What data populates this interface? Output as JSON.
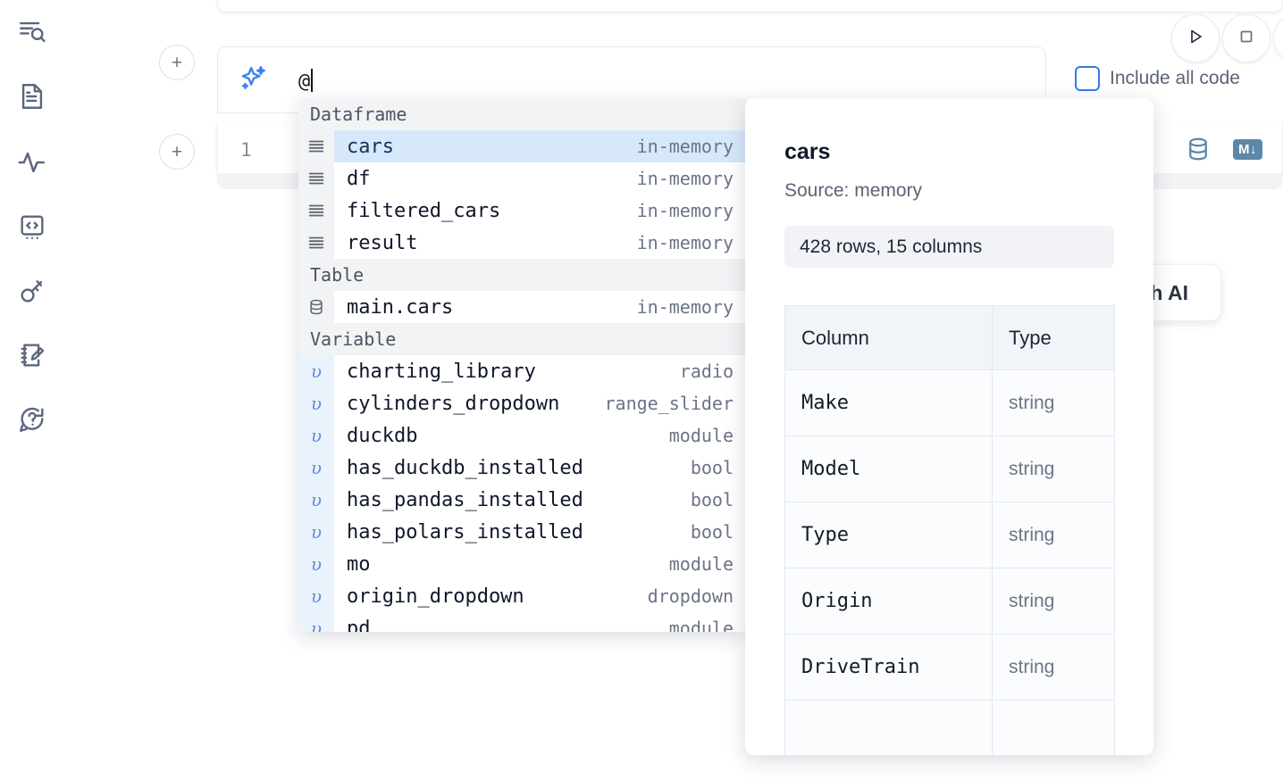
{
  "sidebar": {
    "items": [
      {
        "name": "explore-search-icon",
        "label": "Explore"
      },
      {
        "name": "notebook-file-icon",
        "label": "Notebook"
      },
      {
        "name": "activity-pulse-icon",
        "label": "Activity"
      },
      {
        "name": "code-snippets-icon",
        "label": "Snippets"
      },
      {
        "name": "secrets-key-icon",
        "label": "Secrets"
      },
      {
        "name": "scratchpad-edit-icon",
        "label": "Scratchpad"
      },
      {
        "name": "help-question-icon",
        "label": "Help"
      }
    ]
  },
  "toolbar": {
    "run_label": "Run",
    "stop_label": "Stop",
    "include_all_code_label": "Include all code",
    "include_all_code_checked": false
  },
  "ai_prompt": {
    "icon": "sparkle-icon",
    "value": "@",
    "placeholder": "Generate with AI"
  },
  "code_cell": {
    "line_number": "1",
    "actions": [
      {
        "name": "database-icon",
        "label": "SQL"
      },
      {
        "name": "markdown-icon",
        "label": "M"
      }
    ]
  },
  "ai_chip": {
    "label": "h AI"
  },
  "autocomplete": {
    "groups": [
      {
        "label": "Dataframe",
        "icon": "dataframe-icon",
        "items": [
          {
            "name": "cars",
            "type": "in-memory",
            "selected": true
          },
          {
            "name": "df",
            "type": "in-memory",
            "selected": false
          },
          {
            "name": "filtered_cars",
            "type": "in-memory",
            "selected": false
          },
          {
            "name": "result",
            "type": "in-memory",
            "selected": false
          }
        ]
      },
      {
        "label": "Table",
        "icon": "table-database-icon",
        "items": [
          {
            "name": "main.cars",
            "type": "in-memory",
            "selected": false
          }
        ]
      },
      {
        "label": "Variable",
        "icon": "variable-icon",
        "items": [
          {
            "name": "charting_library",
            "type": "radio",
            "selected": false
          },
          {
            "name": "cylinders_dropdown",
            "type": "range_slider",
            "selected": false
          },
          {
            "name": "duckdb",
            "type": "module",
            "selected": false
          },
          {
            "name": "has_duckdb_installed",
            "type": "bool",
            "selected": false
          },
          {
            "name": "has_pandas_installed",
            "type": "bool",
            "selected": false
          },
          {
            "name": "has_polars_installed",
            "type": "bool",
            "selected": false
          },
          {
            "name": "mo",
            "type": "module",
            "selected": false
          },
          {
            "name": "origin_dropdown",
            "type": "dropdown",
            "selected": false
          },
          {
            "name": "pd",
            "type": "module",
            "selected": false
          }
        ]
      }
    ]
  },
  "detail": {
    "title": "cars",
    "source": "Source: memory",
    "shape": "428 rows, 15 columns",
    "columns_header": "Column",
    "type_header": "Type",
    "rows": [
      {
        "column": "Make",
        "type": "string"
      },
      {
        "column": "Model",
        "type": "string"
      },
      {
        "column": "Type",
        "type": "string"
      },
      {
        "column": "Origin",
        "type": "string"
      },
      {
        "column": "DriveTrain",
        "type": "string"
      },
      {
        "column": "",
        "type": ""
      }
    ]
  },
  "colors": {
    "accent_blue": "#3b82f6",
    "selection_blue": "#d7e8fa",
    "icon_slate": "#5c677d",
    "cell_action_blue": "#5c87a8"
  }
}
